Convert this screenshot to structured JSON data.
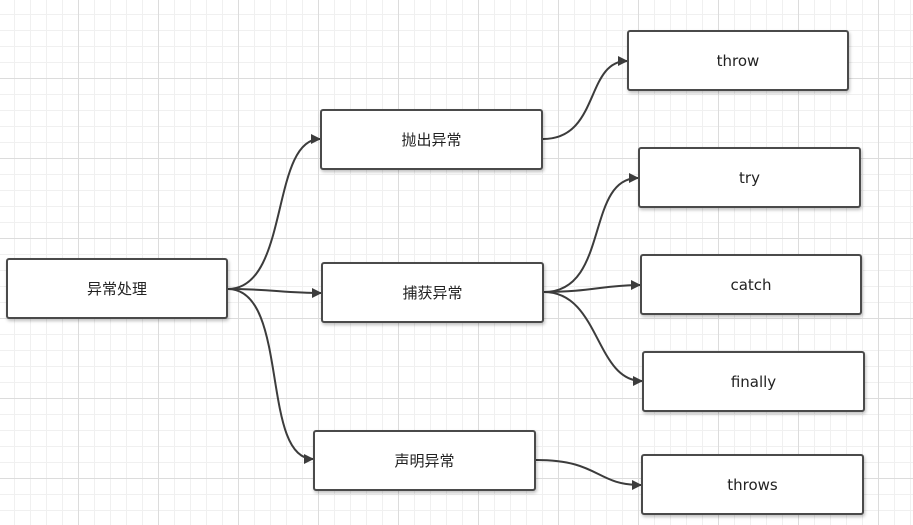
{
  "diagram": {
    "nodes": {
      "root": "异常处理",
      "throw_exception": "抛出异常",
      "catch_exception": "捕获异常",
      "declare_exception": "声明异常",
      "throw": "throw",
      "try": "try",
      "catch": "catch",
      "finally": "finally",
      "throws": "throws"
    },
    "edges": [
      [
        "root",
        "throw_exception"
      ],
      [
        "root",
        "catch_exception"
      ],
      [
        "root",
        "declare_exception"
      ],
      [
        "throw_exception",
        "throw"
      ],
      [
        "catch_exception",
        "try"
      ],
      [
        "catch_exception",
        "catch"
      ],
      [
        "catch_exception",
        "finally"
      ],
      [
        "declare_exception",
        "throws"
      ]
    ],
    "colors": {
      "connector": "#3c3c3c",
      "node_border": "#4a4a4a",
      "grid": "#dcdcdc"
    }
  }
}
